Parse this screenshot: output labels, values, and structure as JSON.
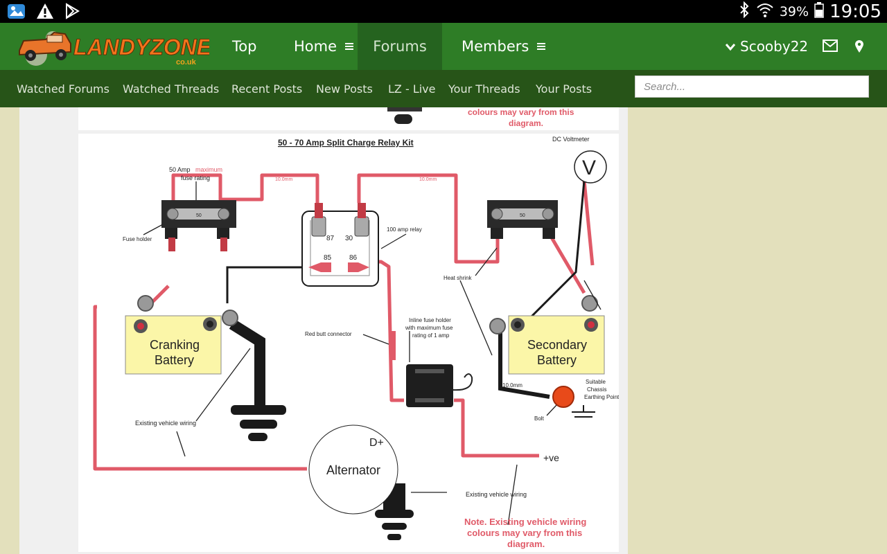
{
  "statusbar": {
    "battery_percent": "39%",
    "time": "19:05"
  },
  "header": {
    "logo_text": "LANDYZONE",
    "logo_sub": "co.uk",
    "nav": [
      {
        "label": "Top"
      },
      {
        "label": "Home"
      },
      {
        "label": "Forums"
      },
      {
        "label": "Members"
      }
    ],
    "user": "Scooby22"
  },
  "subnav": {
    "items": [
      "Watched Forums",
      "Watched Threads",
      "Recent Posts",
      "New Posts",
      "LZ - Live",
      "Your Threads",
      "Your Posts"
    ],
    "search_placeholder": "Search..."
  },
  "diagram": {
    "top_note_line1": "colours may vary from this",
    "top_note_line2": "diagram.",
    "title": "50 - 70 Amp Split Charge Relay Kit",
    "voltmeter_label": "DC Voltmeter",
    "voltmeter_symbol": "V",
    "fuse_rating_prefix": "50 Amp",
    "fuse_rating_red": "maximum",
    "fuse_rating_line2": "fuse rating",
    "fuse_value": "50",
    "fuse_holder": "Fuse holder",
    "wire_size_1": "10.0mm",
    "wire_size_2": "10.0mm",
    "wire_size_3": "10.0mm",
    "relay_label": "100 amp relay",
    "pin_87": "87",
    "pin_30": "30",
    "pin_85": "85",
    "pin_86": "86",
    "heat_shrink": "Heat shrink",
    "red_butt": "Red butt connector",
    "inline_fuse_1": "Inline fuse holder",
    "inline_fuse_2": "with maximum fuse",
    "inline_fuse_3": "rating of 1 amp",
    "cranking_1": "Cranking",
    "cranking_2": "Battery",
    "secondary_1": "Secondary",
    "secondary_2": "Battery",
    "chassis_1": "Suitable",
    "chassis_2": "Chassis",
    "chassis_3": "Earthing Point",
    "bolt": "Bolt",
    "existing_wiring_1": "Existing vehicle wiring",
    "existing_wiring_2": "Existing vehicle wiring",
    "alternator": "Alternator",
    "d_plus": "D+",
    "positive": "+ve",
    "note_line1": "Note. Existing vehicle wiring",
    "note_line2": "colours may vary from this",
    "note_line3": "diagram.",
    "colors": {
      "red_wire": "#e05a68",
      "black_wire": "#1a1a1a",
      "battery_fill": "#fbf6a8"
    }
  }
}
